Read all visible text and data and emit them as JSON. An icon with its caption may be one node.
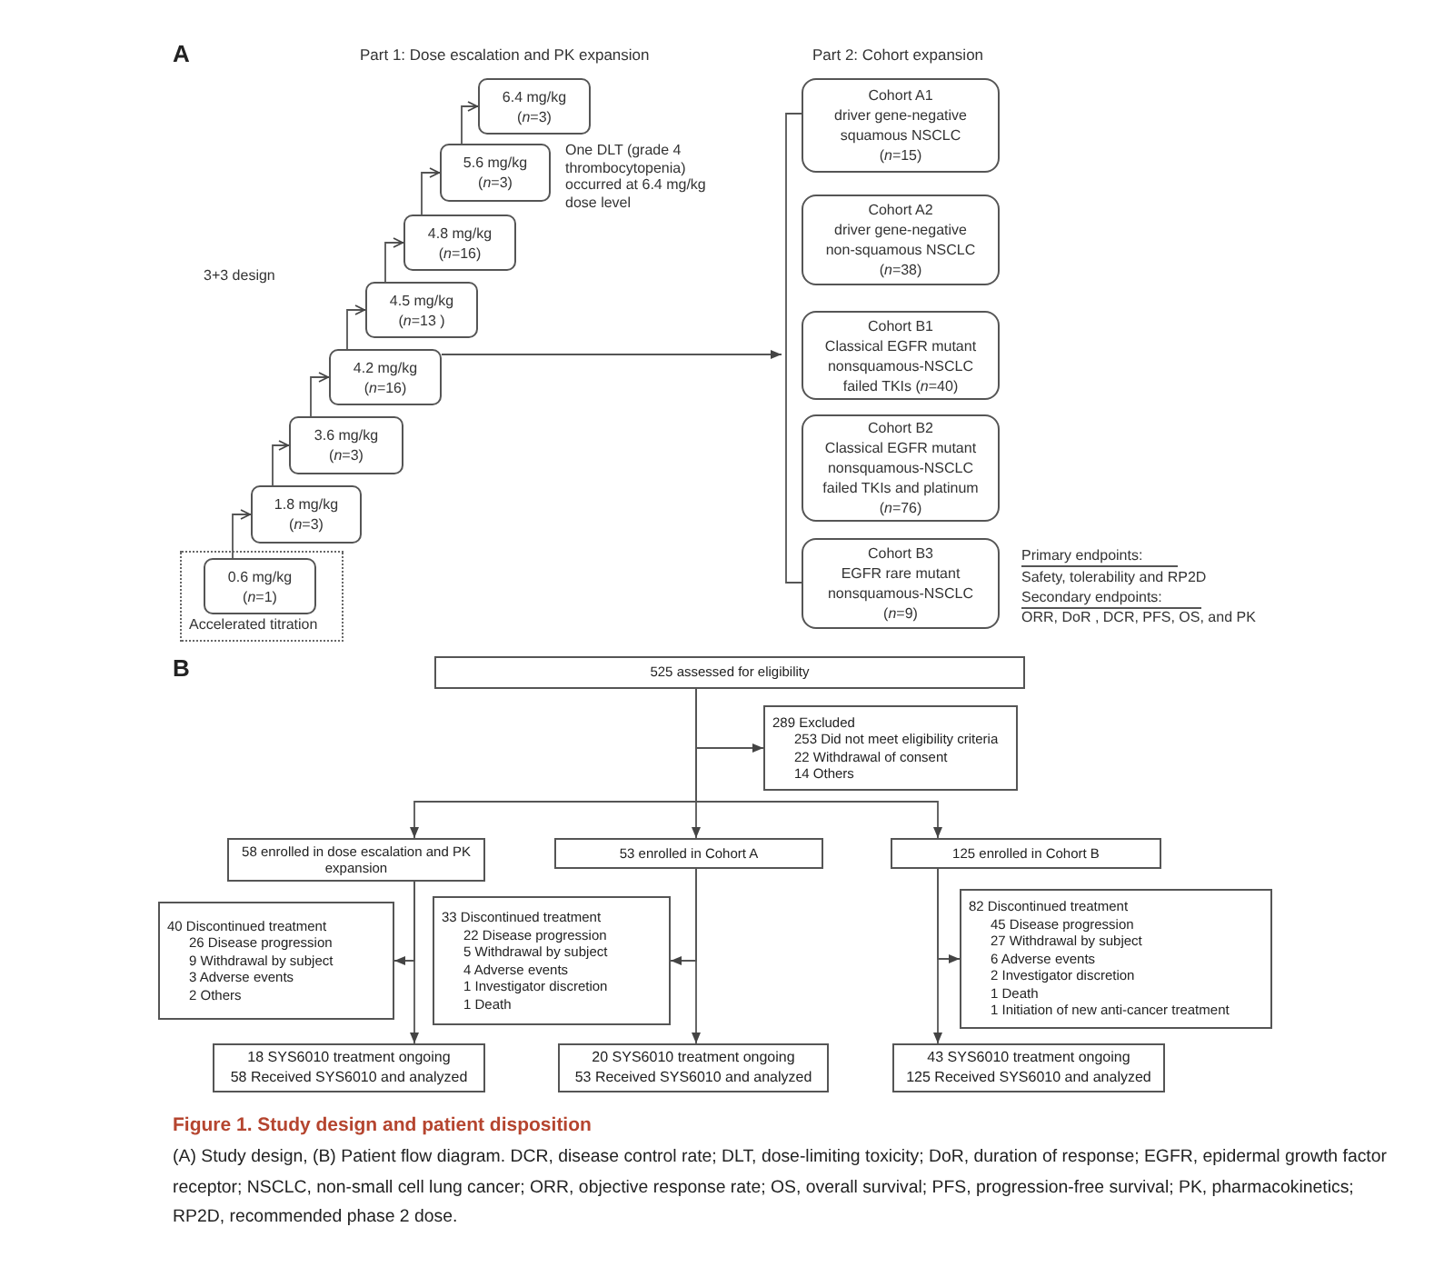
{
  "diagram": {
    "title": "Figure 1. Study design and patient disposition",
    "caption": "(A) Study design, (B) Patient flow diagram. DCR, disease control rate; DLT, dose-limiting toxicity; DoR, duration of response; EGFR, epidermal growth factor receptor; NSCLC, non-small cell lung cancer; ORR, objective response rate; OS, overall survival; PFS, progression-free survival; PK, pharmacokinetics; RP2D, recommended phase 2 dose.",
    "nodes": [
      {
        "text": [
          "6.4 mg/kg",
          "(*n*=3)"
        ]
      },
      {
        "text": [
          "5.6 mg/kg",
          "(*n*=3)"
        ]
      },
      {
        "text": [
          "4.8 mg/kg",
          "(*n*=16)"
        ]
      },
      {
        "text": [
          "4.5 mg/kg",
          "(*n*=13 )"
        ]
      },
      {
        "text": [
          "4.2 mg/kg",
          "(*n*=16)"
        ]
      },
      {
        "text": [
          "3.6 mg/kg",
          "(*n*=3)"
        ]
      },
      {
        "text": [
          "1.8 mg/kg",
          "(*n*=3)"
        ]
      },
      {
        "text": [
          "Accelerated titration"
        ]
      },
      {
        "text": [
          "0.6 mg/kg",
          "(*n*=1)"
        ],
        "in": 7
      },
      {
        "text": [
          "Cohort A1",
          "driver gene-negative squamous NSCLC",
          "(*n*=15)"
        ]
      },
      {
        "text": [
          "Cohort A2",
          "driver gene-negative non-squamous NSCLC",
          "(*n*=38)"
        ]
      },
      {
        "text": [
          "Cohort B1",
          "Classical EGFR mutant nonsquamous-NSCLC failed TKIs (*n*=40)"
        ]
      },
      {
        "text": [
          "Cohort B2",
          "Classical EGFR mutant nonsquamous-NSCLC failed TKIs and platinum",
          "(*n*=76)"
        ]
      },
      {
        "text": [
          "Cohort B3",
          "EGFR rare mutant nonsquamous-NSCLC",
          "(*n*=9)"
        ]
      },
      {
        "text": [],
        "shape": "bracket"
      },
      {
        "text": [
          "525 assessed for eligibility"
        ]
      },
      {
        "text": [
          "289 Excluded",
          "253 Did not meet eligibility criteria",
          "22 Withdrawal of consent",
          "14 Others"
        ]
      },
      {
        "text": [
          "58 enrolled in dose escalation and PK expansion"
        ]
      },
      {
        "text": [
          "53 enrolled in Cohort A"
        ]
      },
      {
        "text": [
          "125 enrolled in Cohort B"
        ]
      },
      {
        "text": [
          "40 Discontinued treatment",
          "26 Disease progression",
          "9 Withdrawal by subject",
          "3 Adverse events",
          "2 Others"
        ]
      },
      {
        "text": [
          "33 Discontinued treatment",
          "22 Disease progression",
          "5 Withdrawal by subject",
          "4 Adverse events",
          "1 Investigator discretion",
          "1 Death"
        ]
      },
      {
        "text": [
          "82 Discontinued treatment",
          "45 Disease progression",
          "27 Withdrawal by subject",
          "6 Adverse events",
          "2 Investigator discretion",
          "1 Death",
          "1 Initiation of new anti-cancer treatment"
        ]
      },
      {
        "text": [
          "18 SYS6010 treatment ongoing",
          "58 Received SYS6010 and analyzed"
        ]
      },
      {
        "text": [
          "20 SYS6010 treatment ongoing",
          "53 Received SYS6010 and analyzed"
        ]
      },
      {
        "text": [
          "43 SYS6010 treatment ongoing",
          "125 Received SYS6010 and analyzed"
        ]
      }
    ],
    "edges": [
      {
        "from": 8,
        "to": 6,
        "arrow": "to"
      },
      {
        "from": 6,
        "to": 5,
        "arrow": "to"
      },
      {
        "from": 5,
        "to": 4,
        "arrow": "to"
      },
      {
        "from": 4,
        "to": 3,
        "arrow": "to"
      },
      {
        "from": 3,
        "to": 2,
        "arrow": "to"
      },
      {
        "from": 2,
        "to": 1,
        "arrow": "to"
      },
      {
        "from": 1,
        "to": 0,
        "arrow": "to"
      },
      {
        "from": 4,
        "to": 14,
        "arrow": "to"
      },
      {
        "from": 15,
        "to": 16,
        "arrow": "to"
      },
      {
        "from": 15,
        "to": 17,
        "arrow": "to"
      },
      {
        "from": 15,
        "to": 18,
        "arrow": "to"
      },
      {
        "from": 15,
        "to": 19,
        "arrow": "to"
      },
      {
        "from": 17,
        "to": 20,
        "arrow": "to"
      },
      {
        "from": 17,
        "to": 23,
        "arrow": "to"
      },
      {
        "from": 18,
        "to": 21,
        "arrow": "to"
      },
      {
        "from": 18,
        "to": 24,
        "arrow": "to"
      },
      {
        "from": 19,
        "to": 22,
        "arrow": "to"
      },
      {
        "from": 19,
        "to": 25,
        "arrow": "to"
      }
    ],
    "labels": [
      "A",
      "Part 1: Dose escalation and PK expansion",
      "Part 2: Cohort expansion",
      "One DLT (grade 4 thrombocytopenia) occurred at 6.4 mg/kg dose level",
      "3+3 design",
      "Primary endpoints:",
      "Safety, tolerability and RP2D",
      "Secondary endpoints:",
      "ORR, DoR , DCR, PFS, OS, and PK",
      "B"
    ]
  }
}
